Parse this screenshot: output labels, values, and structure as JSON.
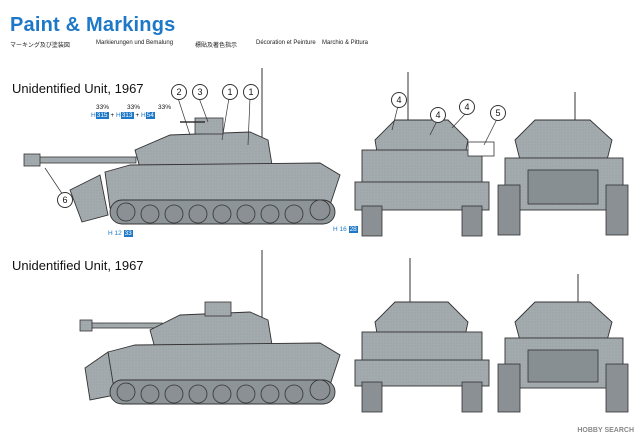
{
  "header": {
    "title": "Paint & Markings",
    "subtitles": [
      "マーキング及び塗装図",
      "Markierungen und Bemalung",
      "標貼及著色指示",
      "Décoration et Peinture",
      "Marchio & Pittura"
    ]
  },
  "sections": [
    {
      "label": "Unidentified Unit, 1967"
    },
    {
      "label": "Unidentified Unit, 1967"
    }
  ],
  "callouts": {
    "c1a": "1",
    "c1b": "1",
    "c2": "2",
    "c3": "3",
    "c4a": "4",
    "c4b": "4",
    "c4c": "4",
    "c5": "5",
    "c6": "6"
  },
  "mix": {
    "pct1": "33%",
    "pct2": "33%",
    "pct3": "33%",
    "h1": "H",
    "n1": "315",
    "h2": "H",
    "n2": "313",
    "h3": "H",
    "n3": "54"
  },
  "side_code": {
    "h": "H",
    "label": "12",
    "num": "33"
  },
  "front_code": {
    "h": "H",
    "label": "16",
    "num": "28"
  },
  "colors": {
    "accent": "#1e78c8",
    "tank": "#9aa1a5",
    "tank_dark": "#4a4f52"
  },
  "watermark": "HOBBY SEARCH"
}
